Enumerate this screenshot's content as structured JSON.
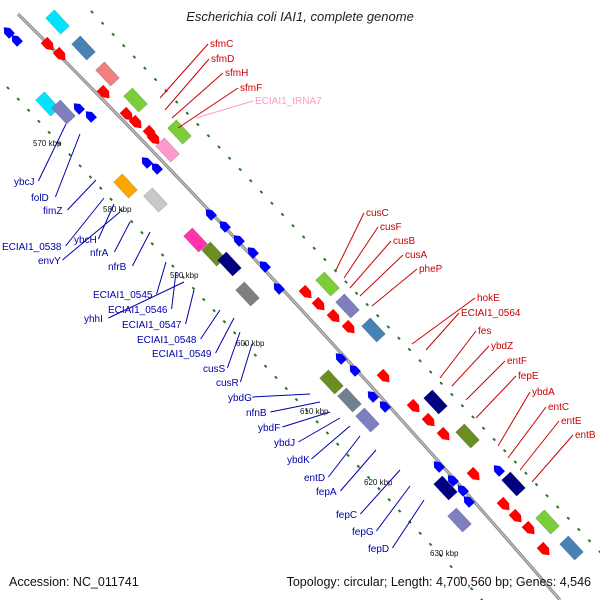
{
  "title": "Escherichia coli IAI1, complete genome",
  "footer": {
    "accession": "Accession: NC_011741",
    "summary": "Topology: circular; Length: 4,700,560 bp; Genes: 4,546"
  },
  "colors": {
    "backbone": "#9a9a9a",
    "forward_gene": "#ff0000",
    "reverse_gene": "#0000ff",
    "trna": "#ff99cc",
    "tick": "#1f7a1f",
    "label_forward": "#cc0000",
    "label_reverse": "#0000aa"
  },
  "kbp_marks": [
    "570 kbp",
    "580 kbp",
    "590 kbp",
    "600 kbp",
    "610 kbp",
    "620 kbp",
    "630 kbp"
  ],
  "forward_labels": [
    "sfmC",
    "sfmD",
    "sfmH",
    "sfmF",
    "ECIAI1_tRNA7",
    "cusC",
    "cusF",
    "cusB",
    "cusA",
    "pheP",
    "hokE",
    "ECIAI1_0564",
    "fes",
    "ybdZ",
    "entF",
    "fepE",
    "ybdA",
    "entC",
    "entE",
    "entB"
  ],
  "reverse_labels": [
    "ybcJ",
    "folD",
    "fimZ",
    "ECIAI1_0538",
    "ybcH",
    "envY",
    "nfrA",
    "nfrB",
    "ECIAI1_0545",
    "ECIAI1_0546",
    "yhhI",
    "ECIAI1_0547",
    "ECIAI1_0548",
    "ECIAI1_0549",
    "cusS",
    "cusR",
    "ybdG",
    "nfnB",
    "ybdF",
    "ybdJ",
    "ybdK",
    "entD",
    "fepA",
    "fepC",
    "fepG",
    "fepD"
  ]
}
